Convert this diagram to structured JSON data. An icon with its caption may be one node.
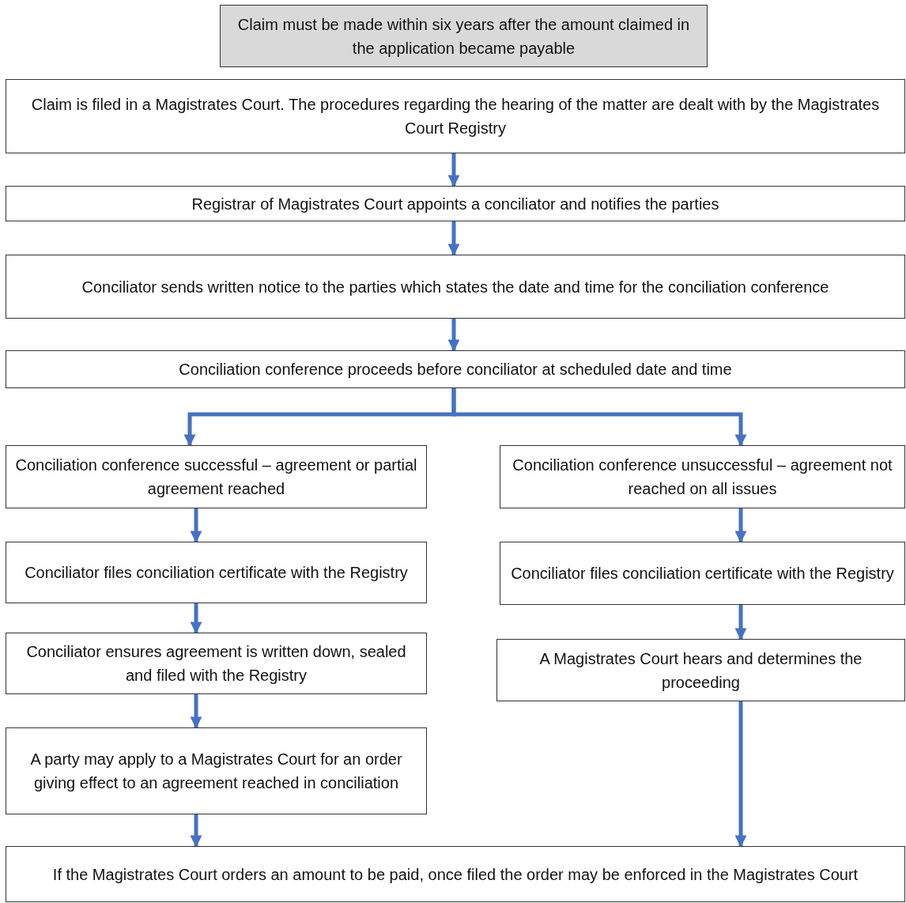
{
  "diagram": {
    "nodes": [
      {
        "text": [
          "Claim must be made within six years after the amount claimed in the application became payable"
        ]
      },
      {
        "text": [
          "Claim is filed in a Magistrates Court. The procedures regarding the hearing of the matter are dealt with by the Magistrates Court Registry"
        ]
      },
      {
        "text": [
          "Registrar of Magistrates Court appoints a conciliator and notifies the parties"
        ]
      },
      {
        "text": [
          "Conciliator sends written notice to the parties which states the date and time for the conciliation conference"
        ]
      },
      {
        "text": [
          "Conciliation conference proceeds before conciliator at scheduled date and time"
        ]
      },
      {
        "text": [
          "Conciliation conference successful – agreement or partial agreement reached"
        ]
      },
      {
        "text": [
          "Conciliation conference unsuccessful – agreement not reached on all issues"
        ]
      },
      {
        "text": [
          "Conciliator files conciliation certificate with the Registry"
        ]
      },
      {
        "text": [
          "Conciliator files conciliation certificate with the Registry"
        ]
      },
      {
        "text": [
          "Conciliator ensures agreement is written down, sealed and filed with the Registry"
        ]
      },
      {
        "text": [
          "A Magistrates Court hears and determines the proceeding"
        ]
      },
      {
        "text": [
          "A party may apply to a Magistrates Court for an order giving effect to an agreement reached in conciliation"
        ]
      },
      {
        "text": [
          "If the Magistrates Court orders an amount to be paid, once filed the order may be enforced in the Magistrates Court"
        ]
      }
    ],
    "edges": [
      {
        "from": 1,
        "to": 2,
        "arrow": "to"
      },
      {
        "from": 2,
        "to": 3,
        "arrow": "to"
      },
      {
        "from": 3,
        "to": 4,
        "arrow": "to"
      },
      {
        "from": 4,
        "to": 5,
        "arrow": "to"
      },
      {
        "from": 4,
        "to": 6,
        "arrow": "to"
      },
      {
        "from": 5,
        "to": 7,
        "arrow": "to"
      },
      {
        "from": 7,
        "to": 9,
        "arrow": "to"
      },
      {
        "from": 9,
        "to": 11,
        "arrow": "to"
      },
      {
        "from": 11,
        "to": 12,
        "arrow": "to"
      },
      {
        "from": 6,
        "to": 8,
        "arrow": "to"
      },
      {
        "from": 8,
        "to": 10,
        "arrow": "to"
      },
      {
        "from": 10,
        "to": 12,
        "arrow": "to"
      }
    ]
  }
}
